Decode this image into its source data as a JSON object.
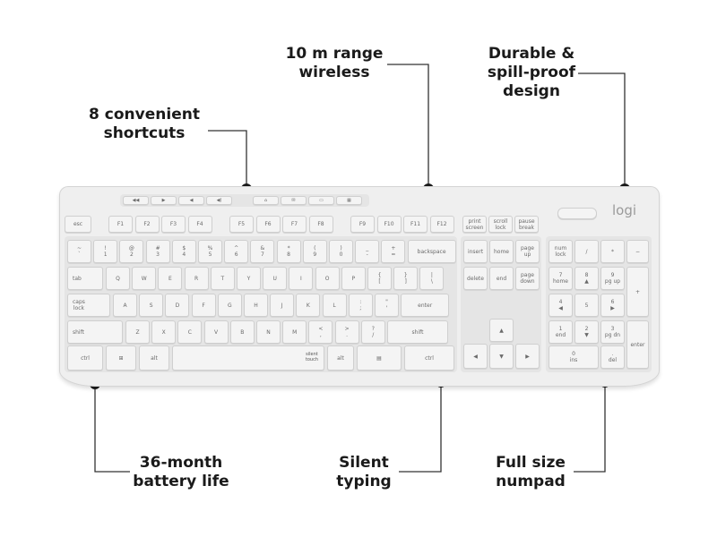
{
  "callouts": {
    "shortcuts": "8 convenient\nshortcuts",
    "range": "10 m range\nwireless",
    "durable": "Durable &\nspill-proof\ndesign",
    "battery": "36-month\nbattery life",
    "silent": "Silent\ntyping",
    "numpad": "Full size\nnumpad"
  },
  "keyboard": {
    "brand": "logi",
    "silent_badge": "silent\ntouch",
    "function_row": [
      "esc",
      "F1",
      "F2",
      "F3",
      "F4",
      "F5",
      "F6",
      "F7",
      "F8",
      "F9",
      "F10",
      "F11",
      "F12"
    ],
    "system_keys": [
      "print\nscreen",
      "scroll\nlock",
      "pause\nbreak"
    ],
    "nav_keys": [
      "insert",
      "home",
      "page\nup",
      "delete",
      "end",
      "page\ndown"
    ],
    "arrow_keys": [
      "▲",
      "◀",
      "▼",
      "▶"
    ],
    "number_row": [
      "~\n`",
      "!\n1",
      "@\n2",
      "#\n3",
      "$\n4",
      "%\n5",
      "^\n6",
      "&\n7",
      "*\n8",
      "(\n9",
      ")\n0",
      "_\n-",
      "+\n=",
      "backspace"
    ],
    "qwerty_row": [
      "tab",
      "Q",
      "W",
      "E",
      "R",
      "T",
      "Y",
      "U",
      "I",
      "O",
      "P",
      "{\n[",
      "}\n]",
      "|\n\\"
    ],
    "home_row": [
      "caps\nlock",
      "A",
      "S",
      "D",
      "F",
      "G",
      "H",
      "J",
      "K",
      "L",
      ":\n;",
      "\"\n'",
      "enter"
    ],
    "shift_row": [
      "shift",
      "Z",
      "X",
      "C",
      "V",
      "B",
      "N",
      "M",
      "<\n,",
      ">\n.",
      "?\n/",
      "shift"
    ],
    "bottom_row": [
      "ctrl",
      "⊞",
      "alt",
      "",
      "alt",
      "▤",
      "ctrl"
    ],
    "numpad": [
      "num\nlock",
      "/",
      "*",
      "−",
      "7\nhome",
      "8\n▲",
      "9\npg up",
      "+",
      "4\n◀",
      "5",
      "6\n▶",
      "1\nend",
      "2\n▼",
      "3\npg dn",
      "enter",
      "0\nins",
      ".\ndel"
    ]
  }
}
